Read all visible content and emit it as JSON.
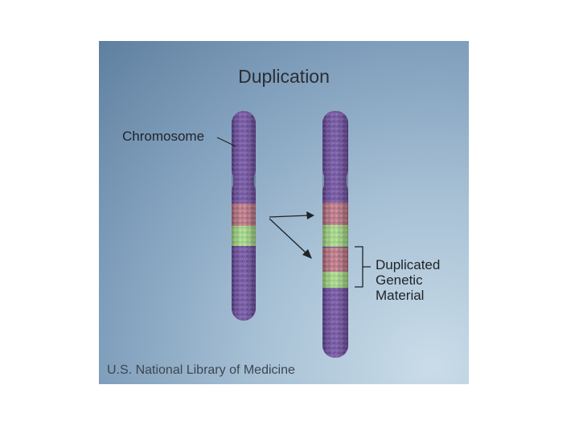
{
  "diagram": {
    "title": "Duplication",
    "chromosome_label": "Chromosome",
    "duplicated_label": [
      "Duplicated",
      "Genetic",
      "Material"
    ],
    "credit": "U.S. National Library of Medicine",
    "colors": {
      "chromosome": "#6a4a9c",
      "chromosome_dark": "#4e3378",
      "red_band": "#c07a88",
      "green_band": "#a8d98a",
      "background_light": "#c9dce8",
      "background_dark": "#5f7f9f"
    }
  }
}
